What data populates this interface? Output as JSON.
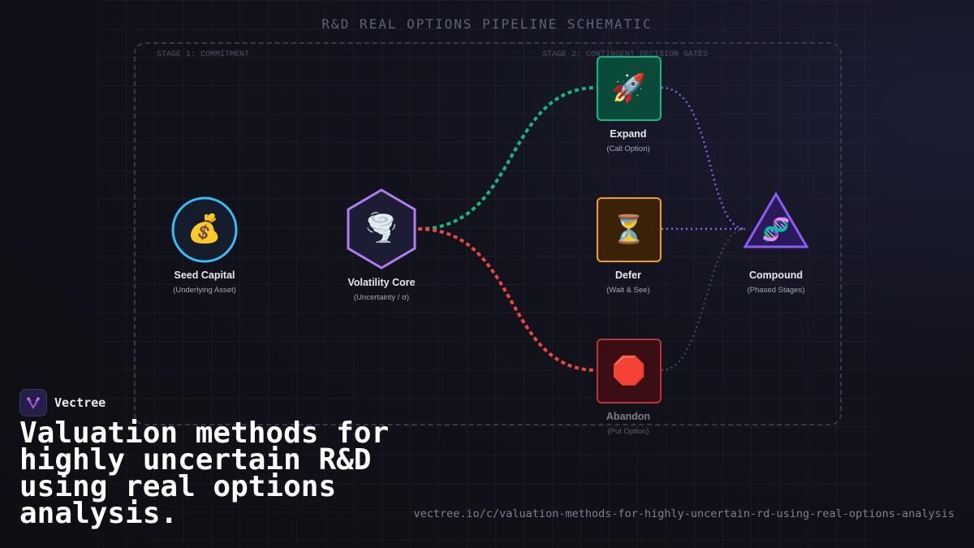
{
  "title": "R&D REAL OPTIONS PIPELINE SCHEMATIC",
  "stages": {
    "stage1": "STAGE 1: COMMITMENT",
    "stage2": "STAGE 2: CONTINGENT DECISION GATES"
  },
  "nodes": {
    "seed": {
      "icon": "💰",
      "icon_name": "money-bag-icon",
      "label": "Seed Capital",
      "sub": "(Underlying Asset)",
      "color": "#38bdf8"
    },
    "core": {
      "icon": "🌪️",
      "icon_name": "tornado-icon",
      "label": "Volatility Core",
      "sub": "(Uncertainty / σ)",
      "color": "#b07cf0"
    },
    "expand": {
      "icon": "🚀",
      "icon_name": "rocket-icon",
      "label": "Expand",
      "sub": "(Call Option)",
      "color": "#10b981"
    },
    "defer": {
      "icon": "⏳",
      "icon_name": "hourglass-icon",
      "label": "Defer",
      "sub": "(Wait & See)",
      "color": "#f59e0b"
    },
    "abandon": {
      "icon": "🛑",
      "icon_name": "stop-sign-icon",
      "label": "Abandon",
      "sub": "(Put Option)",
      "color": "#ef4444"
    },
    "compound": {
      "icon": "🧬",
      "icon_name": "dna-icon",
      "label": "Compound",
      "sub": "(Phased Stages)",
      "color": "#8b5cf6"
    }
  },
  "brand": {
    "name": "Vectree"
  },
  "headline": "Valuation methods for highly uncertain R&D using real options analysis.",
  "url": "vectree.io/c/valuation-methods-for-highly-uncertain-rd-using-real-options-analysis"
}
